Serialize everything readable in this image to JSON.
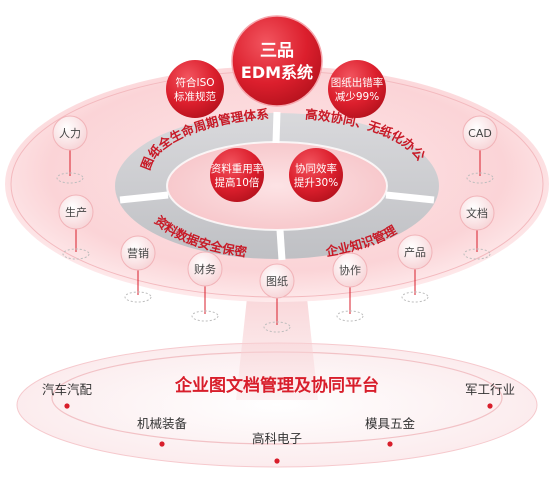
{
  "hub": {
    "line1": "三品",
    "line2": "EDM系统"
  },
  "bubbles": {
    "iso": [
      "符合ISO",
      "标准规范"
    ],
    "drawing_error": [
      "图纸出错率",
      "减少99%"
    ],
    "reuse": [
      "资料重用率",
      "提高10倍"
    ],
    "collab_eff": [
      "协同效率",
      "提升30%"
    ]
  },
  "arc_labels": {
    "lifecycle": "图纸全生命周期管理体系",
    "paperless": "高效协同、无纸化办公",
    "security": "资料数据安全保密",
    "knowledge": "企业知识管理"
  },
  "pins": {
    "hr": "人力",
    "production": "生产",
    "marketing": "营销",
    "finance": "财务",
    "drawing": "图纸",
    "collab": "协作",
    "product": "产品",
    "docs": "文档",
    "cad": "CAD"
  },
  "platform_title": "企业图文档管理及协同平台",
  "industries": {
    "auto": "汽车汽配",
    "machinery": "机械装备",
    "hitech": "高科电子",
    "mold": "模具五金",
    "military": "军工行业"
  },
  "colors": {
    "brand_red": "#d81e2b",
    "light_red": "#f7c9cc",
    "text_dark": "#333333"
  }
}
